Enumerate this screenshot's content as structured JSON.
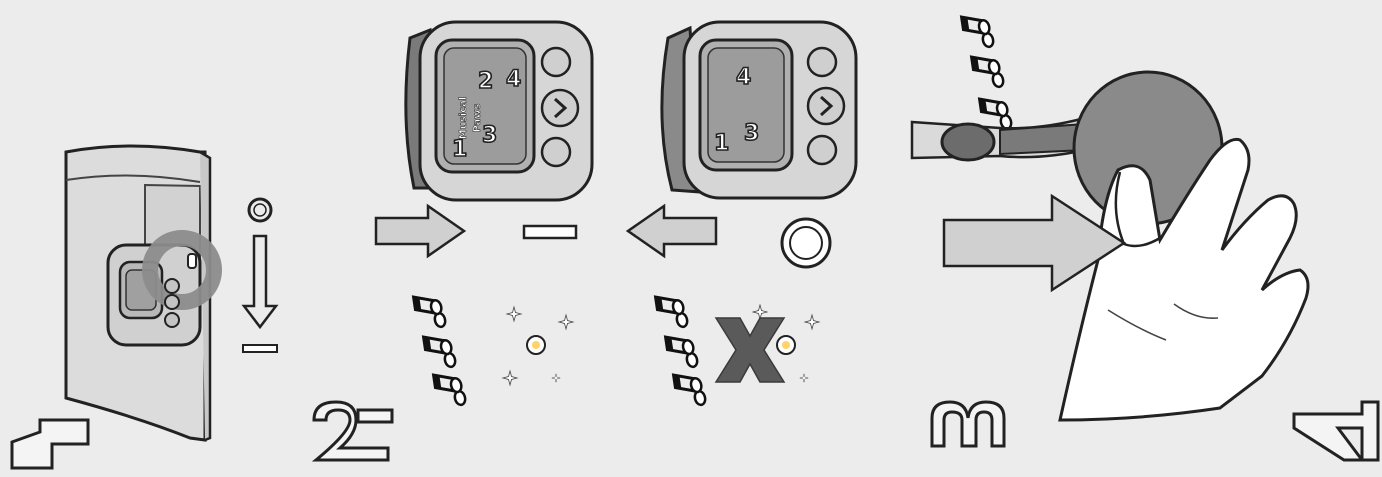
{
  "steps": [
    {
      "number": "1"
    },
    {
      "number": "2"
    },
    {
      "number": "3"
    },
    {
      "number": "4"
    }
  ],
  "switch": {
    "on_symbol": "○",
    "off_symbol": "—"
  },
  "device": {
    "brand_line1": "Musical",
    "brand_line2": "Paws",
    "screen_numbers": [
      "1",
      "2",
      "3",
      "4"
    ]
  },
  "colors": {
    "background": "#ececec",
    "outline": "#222222",
    "device_gray": "#b4b4b4",
    "x_mark": "#5a5a5a",
    "accent_gray": "#8a8a8a"
  }
}
